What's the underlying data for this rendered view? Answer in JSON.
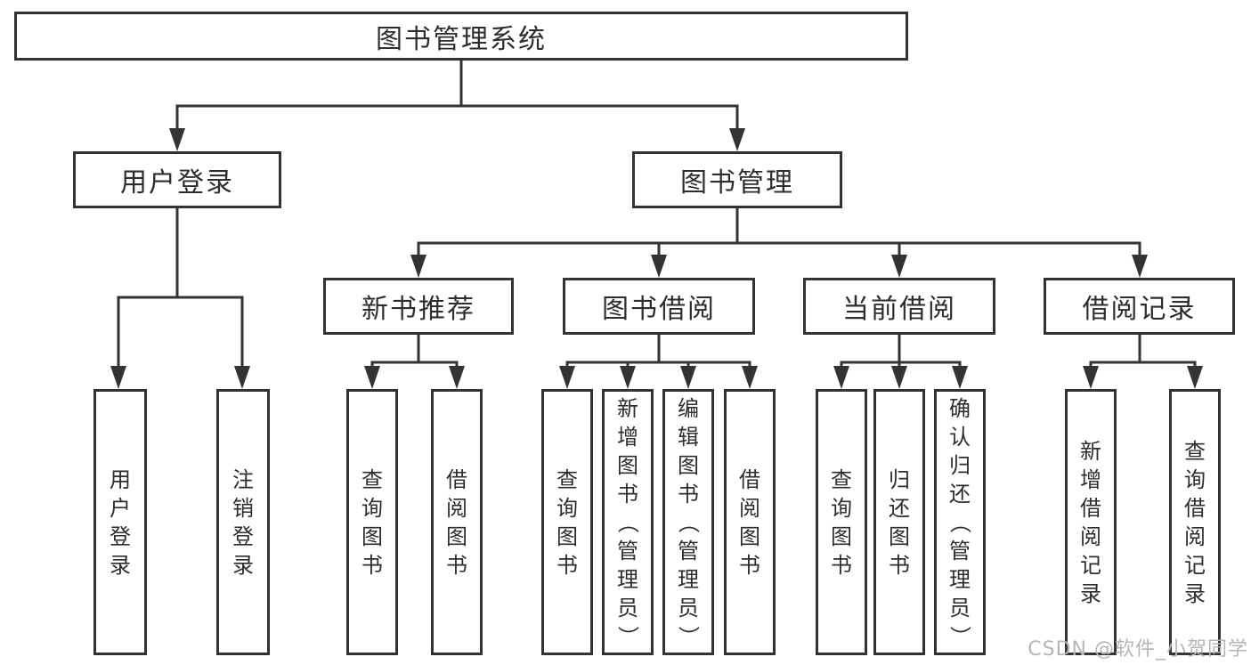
{
  "colors": {
    "line": "#333333",
    "border": "#333333",
    "text": "#2d2d2d",
    "watermark": "#b3b6bb",
    "background": "#ffffff"
  },
  "watermark": "CSDN @软件_小贺同学",
  "tree": {
    "label": "图书管理系统",
    "children": [
      {
        "label": "用户登录",
        "children": [
          {
            "label": "用户登录"
          },
          {
            "label": "注销登录"
          }
        ]
      },
      {
        "label": "图书管理",
        "children": [
          {
            "label": "新书推荐",
            "children": [
              {
                "label": "查询图书"
              },
              {
                "label": "借阅图书"
              }
            ]
          },
          {
            "label": "图书借阅",
            "children": [
              {
                "label": "查询图书"
              },
              {
                "label": "新增图书（管理员）"
              },
              {
                "label": "编辑图书（管理员）"
              },
              {
                "label": "借阅图书"
              }
            ]
          },
          {
            "label": "当前借阅",
            "children": [
              {
                "label": "查询图书"
              },
              {
                "label": "归还图书"
              },
              {
                "label": "确认归还（管理员）"
              }
            ]
          },
          {
            "label": "借阅记录",
            "children": [
              {
                "label": "新增借阅记录"
              },
              {
                "label": "查询借阅记录"
              }
            ]
          }
        ]
      }
    ]
  }
}
